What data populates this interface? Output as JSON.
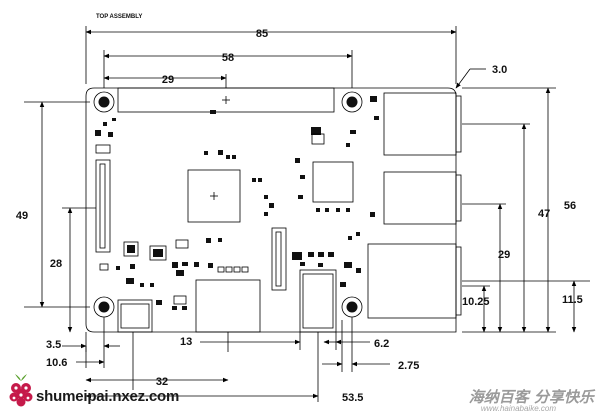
{
  "drawing": {
    "title": "TOP ASSEMBLY",
    "dimensions": {
      "board_width": "85",
      "hole_spacing": "58",
      "connector_center": "29",
      "corner_radius": "3.0",
      "board_height": "56",
      "hole_vertical": "49",
      "usb_upper": "47",
      "usb_lower": "29",
      "hdmi_height": "28",
      "ethernet_inner": "10.25",
      "ethernet_outer": "11.5",
      "hole_offset_x": "3.5",
      "power_offset": "10.6",
      "hdmi_offset": "13",
      "audio_width": "6.2",
      "audio_gap": "2.75",
      "audio_center": "32",
      "audio_offset": "53.5"
    }
  },
  "branding": {
    "site": "shumeipai.nxez.com",
    "logo_icon": "raspberry-logo-icon",
    "watermark": "海纳百客 分享快乐",
    "watermark_url": "www.hainabaike.com"
  }
}
